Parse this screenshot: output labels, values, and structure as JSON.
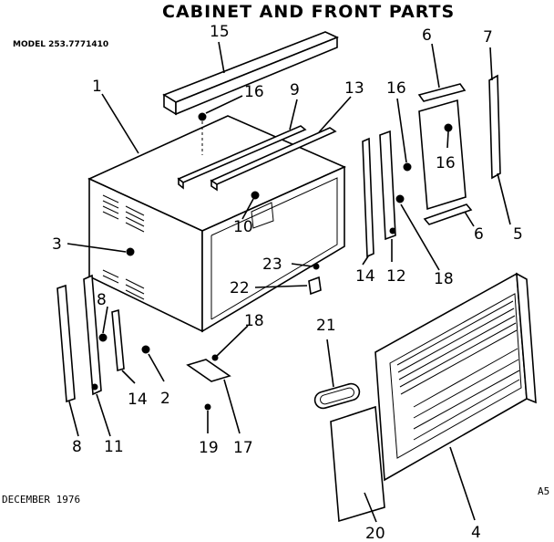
{
  "title": "CABINET AND FRONT PARTS",
  "model": "MODEL 253.7771410",
  "date": "DECEMBER 1976",
  "page_code": "A5",
  "callouts": [
    {
      "id": "c15a",
      "label": "15"
    },
    {
      "id": "c6a",
      "label": "6"
    },
    {
      "id": "c7",
      "label": "7"
    },
    {
      "id": "c1",
      "label": "1"
    },
    {
      "id": "c16a",
      "label": "16"
    },
    {
      "id": "c9",
      "label": "9"
    },
    {
      "id": "c13",
      "label": "13"
    },
    {
      "id": "c16b",
      "label": "16"
    },
    {
      "id": "c16c",
      "label": "16"
    },
    {
      "id": "c3",
      "label": "3"
    },
    {
      "id": "c10",
      "label": "10"
    },
    {
      "id": "c6b",
      "label": "6"
    },
    {
      "id": "c5",
      "label": "5"
    },
    {
      "id": "c23",
      "label": "23"
    },
    {
      "id": "c22",
      "label": "22"
    },
    {
      "id": "c14a",
      "label": "14"
    },
    {
      "id": "c12",
      "label": "12"
    },
    {
      "id": "c18a",
      "label": "18"
    },
    {
      "id": "c8a",
      "label": "8"
    },
    {
      "id": "c18b",
      "label": "18"
    },
    {
      "id": "c21",
      "label": "21"
    },
    {
      "id": "c14b",
      "label": "14"
    },
    {
      "id": "c2",
      "label": "2"
    },
    {
      "id": "c8b",
      "label": "8"
    },
    {
      "id": "c11",
      "label": "11"
    },
    {
      "id": "c19",
      "label": "19"
    },
    {
      "id": "c17",
      "label": "17"
    },
    {
      "id": "c20",
      "label": "20"
    },
    {
      "id": "c4",
      "label": "4"
    }
  ]
}
